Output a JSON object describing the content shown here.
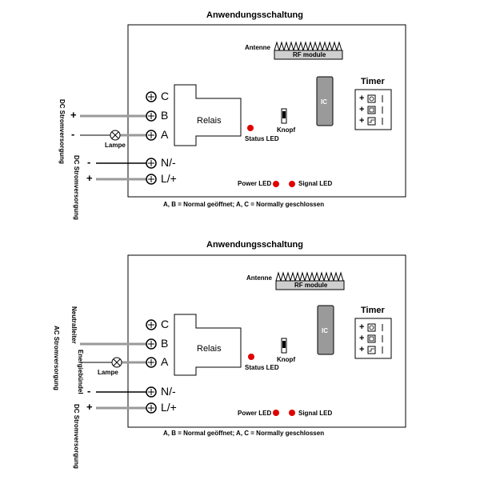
{
  "colors": {
    "wire": "#9a9a9a",
    "led": "#e00000",
    "ic": "#9a9a9a",
    "rf": "#cfcfcf",
    "stroke": "#000000"
  },
  "diagrams": [
    {
      "title": "Anwendungsschaltung",
      "antenna_label": "Antenne",
      "rf_label": "RF module",
      "ic_label": "IC",
      "timer_title": "Timer",
      "relay_label": "Relais",
      "knopf_label": "Knopf",
      "status_led_label": "Status LED",
      "power_led_label": "Power LED",
      "signal_led_label": "Signal LED",
      "terminals": {
        "c": "C",
        "b": "B",
        "a": "A",
        "n": "N/-",
        "l": "L/+"
      },
      "lamp_label": "Lampe",
      "supply_relay_label": "DC Stromversorgung",
      "supply_power_label": "DC Stromversorgung",
      "plus_relay": "+",
      "minus_relay": "-",
      "minus_power": "-",
      "plus_power": "+",
      "note": "A, B = Normal geöffnet; A, C = Normally geschlossen",
      "timer_icons": [
        "timer-clock-icon",
        "timer-reset-icon",
        "timer-step-icon"
      ]
    },
    {
      "title": "Anwendungsschaltung",
      "antenna_label": "Antenne",
      "rf_label": "RF module",
      "ic_label": "IC",
      "timer_title": "Timer",
      "relay_label": "Relais",
      "knopf_label": "Knopf",
      "status_led_label": "Status LED",
      "power_led_label": "Power LED",
      "signal_led_label": "Signal LED",
      "terminals": {
        "c": "C",
        "b": "B",
        "a": "A",
        "n": "N/-",
        "l": "L/+"
      },
      "lamp_label": "Lampe",
      "neutral_label": "Neutralleiter",
      "energy_label": "Energiebündel",
      "supply_relay_label": "AC Stromversorgung",
      "supply_power_label": "DC Stromversorgung",
      "minus_power": "-",
      "plus_power": "+",
      "note": "A, B = Normal geöffnet; A, C = Normally geschlossen",
      "timer_icons": [
        "timer-clock-icon",
        "timer-reset-icon",
        "timer-step-icon"
      ]
    }
  ]
}
